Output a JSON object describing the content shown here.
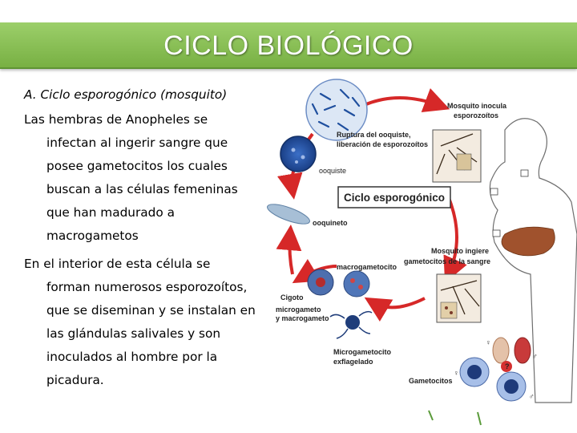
{
  "title": "CICLO BIOLÓGICO",
  "content": {
    "subtitle": "A. Ciclo esporogónico (mosquito)",
    "paragraph1": "Las hembras de Anopheles se infectan al ingerir sangre que posee gametocitos los cuales buscan a las células femeninas que han madurado a macrogametos",
    "paragraph2": "En el interior de esta célula se forman numerosos esporozoítos, que se diseminan y se instalan en las glándulas salivales y son inoculados al hombre por la picadura."
  },
  "diagram": {
    "cycle_title": "Ciclo esporogónico",
    "labels": {
      "mosquito_inocula_1": "Mosquito inocula",
      "mosquito_inocula_2": "esporozoítos",
      "ruptura_1": "Ruptura del ooquiste,",
      "ruptura_2": "liberación de esporozoítos",
      "ooquiste": "ooquiste",
      "ooquineto": "ooquineto",
      "macrogametocito": "macrogametocito",
      "mosquito_ingiere_1": "Mosquito ingiere",
      "mosquito_ingiere_2": "gametocitos de la sangre",
      "cigoto": "Cigoto",
      "microgameto_1": "microgameto",
      "microgameto_2": "y macrogameto",
      "microgametocito_1": "Microgametocito",
      "microgametocito_2": "exflagelado",
      "gametocitos": "Gametocitos",
      "female_symbol": "♀",
      "male_symbol": "♂",
      "question_mark": "?"
    },
    "colors": {
      "arrow_red": "#d62828",
      "cell_blue": "#2c5aa8",
      "liver_brown": "#a0522d",
      "title_green": "#84bb4e"
    }
  }
}
